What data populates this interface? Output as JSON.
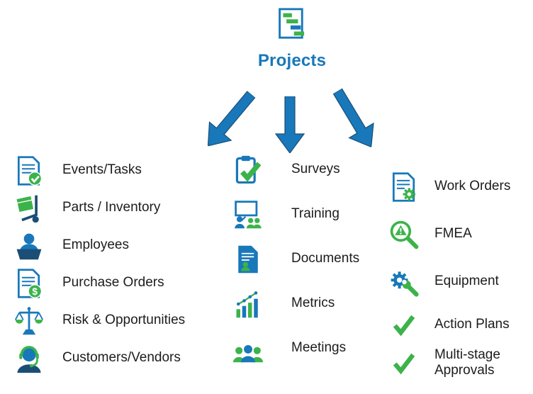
{
  "title": "Projects",
  "colors": {
    "blue": "#1878ba",
    "green": "#3cb34a",
    "navy": "#1b4e74",
    "text": "#1c1c1c"
  },
  "root": {
    "icon": "gantt-chart-icon"
  },
  "arrows": [
    "arrow-to-left-column",
    "arrow-to-middle-column",
    "arrow-to-right-column"
  ],
  "columns": [
    {
      "name": "left",
      "items": [
        {
          "icon": "events-tasks-icon",
          "label": "Events/Tasks"
        },
        {
          "icon": "parts-inventory-icon",
          "label": "Parts / Inventory"
        },
        {
          "icon": "employees-icon",
          "label": "Employees"
        },
        {
          "icon": "purchase-orders-icon",
          "label": "Purchase Orders"
        },
        {
          "icon": "risk-opportunities-icon",
          "label": "Risk & Opportunities"
        },
        {
          "icon": "customers-vendors-icon",
          "label": "Customers/Vendors"
        }
      ]
    },
    {
      "name": "middle",
      "items": [
        {
          "icon": "surveys-icon",
          "label": "Surveys"
        },
        {
          "icon": "training-icon",
          "label": "Training"
        },
        {
          "icon": "documents-icon",
          "label": "Documents"
        },
        {
          "icon": "metrics-icon",
          "label": "Metrics"
        },
        {
          "icon": "meetings-icon",
          "label": "Meetings"
        }
      ]
    },
    {
      "name": "right",
      "items": [
        {
          "icon": "work-orders-icon",
          "label": "Work Orders"
        },
        {
          "icon": "fmea-icon",
          "label": "FMEA"
        },
        {
          "icon": "equipment-icon",
          "label": "Equipment"
        },
        {
          "icon": "action-plans-icon",
          "label": "Action Plans"
        },
        {
          "icon": "multistage-approvals-icon",
          "label": "Multi-stage Approvals"
        }
      ]
    }
  ]
}
